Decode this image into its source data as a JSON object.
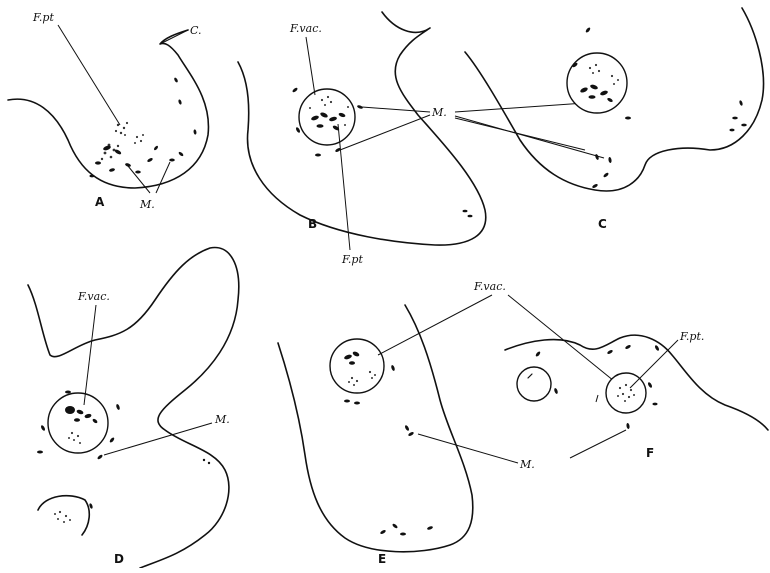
{
  "figure": {
    "panels": [
      {
        "id": "A",
        "letter": "A",
        "labels": {
          "f_pt": "F.pt",
          "m": "M.",
          "c": "C."
        }
      },
      {
        "id": "B",
        "letter": "B",
        "labels": {
          "f_vac": "F.vac.",
          "m": "M.",
          "f_pt": "F.pt"
        }
      },
      {
        "id": "C",
        "letter": "C",
        "labels": {}
      },
      {
        "id": "D",
        "letter": "D",
        "labels": {
          "f_vac": "F.vac.",
          "m": "M."
        }
      },
      {
        "id": "E",
        "letter": "E",
        "labels": {
          "f_vac": "F.vac.",
          "m": "M."
        }
      },
      {
        "id": "F",
        "letter": "F",
        "labels": {
          "f_pt": "F.pt."
        }
      }
    ]
  }
}
